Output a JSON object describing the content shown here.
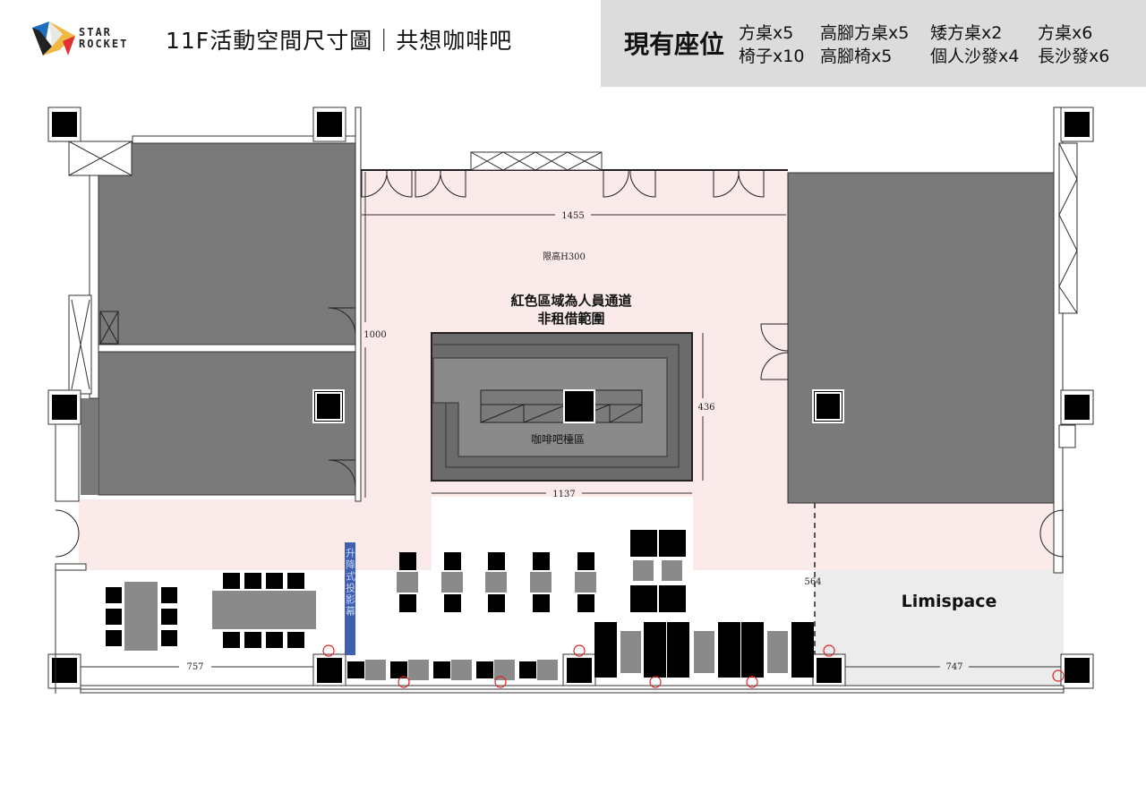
{
  "header": {
    "logo_text": [
      "STAR",
      "ROCKET"
    ],
    "title": "11F活動空間尺寸圖｜共想咖啡吧"
  },
  "seating": {
    "title": "現有座位",
    "items": [
      "方桌x5",
      "椅子x10",
      "高腳方桌x5",
      "高腳椅x5",
      "矮方桌x2",
      "個人沙發x4",
      "方桌x6",
      "長沙發x6"
    ]
  },
  "plan": {
    "dim_top": "1455",
    "height_limit": "限高H300",
    "walkway_note_1": "紅色區域為人員通道",
    "walkway_note_2": "非租借範圍",
    "dim_left": "1000",
    "dim_counter_h": "436",
    "counter_label": "咖啡吧檯區",
    "dim_counter_w": "1137",
    "projector_screen": "升降式投影幕",
    "dim_limispace_h": "564",
    "limispace_label": "Limispace",
    "dim_bottom_left": "757",
    "dim_bottom_right": "747"
  },
  "colors": {
    "walkway": "#fbeaea",
    "room": "#7a7a7a",
    "screen": "#3f5fb0",
    "outlet": "#e02020"
  }
}
